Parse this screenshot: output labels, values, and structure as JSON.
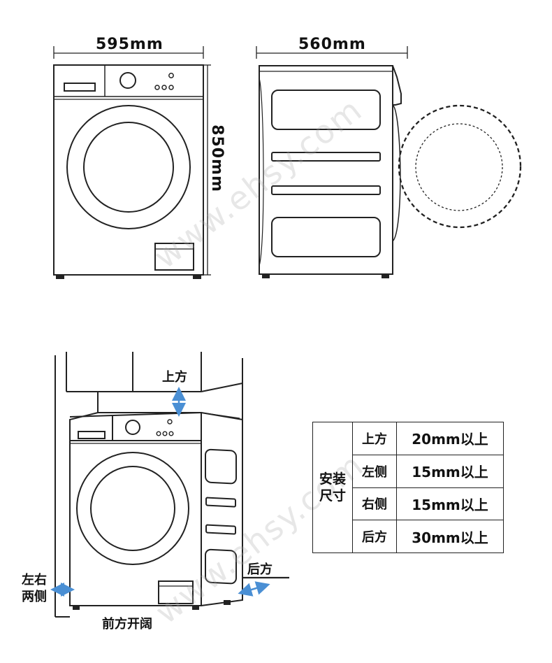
{
  "dimensions": {
    "width": "595mm",
    "depth": "560mm",
    "height": "850mm"
  },
  "clearance_labels": {
    "top": "上方",
    "rear": "后方",
    "left_right": "左右\n两侧",
    "front": "前方开阔"
  },
  "spec_table": {
    "header": "安装\n尺寸",
    "rows": [
      {
        "side": "上方",
        "value": "20mm以上"
      },
      {
        "side": "左侧",
        "value": "15mm以上"
      },
      {
        "side": "右侧",
        "value": "15mm以上"
      },
      {
        "side": "后方",
        "value": "30mm以上"
      }
    ]
  },
  "watermark": "www.ehsy.com",
  "colors": {
    "line": "#222222",
    "arrow": "#4a8fd4"
  }
}
